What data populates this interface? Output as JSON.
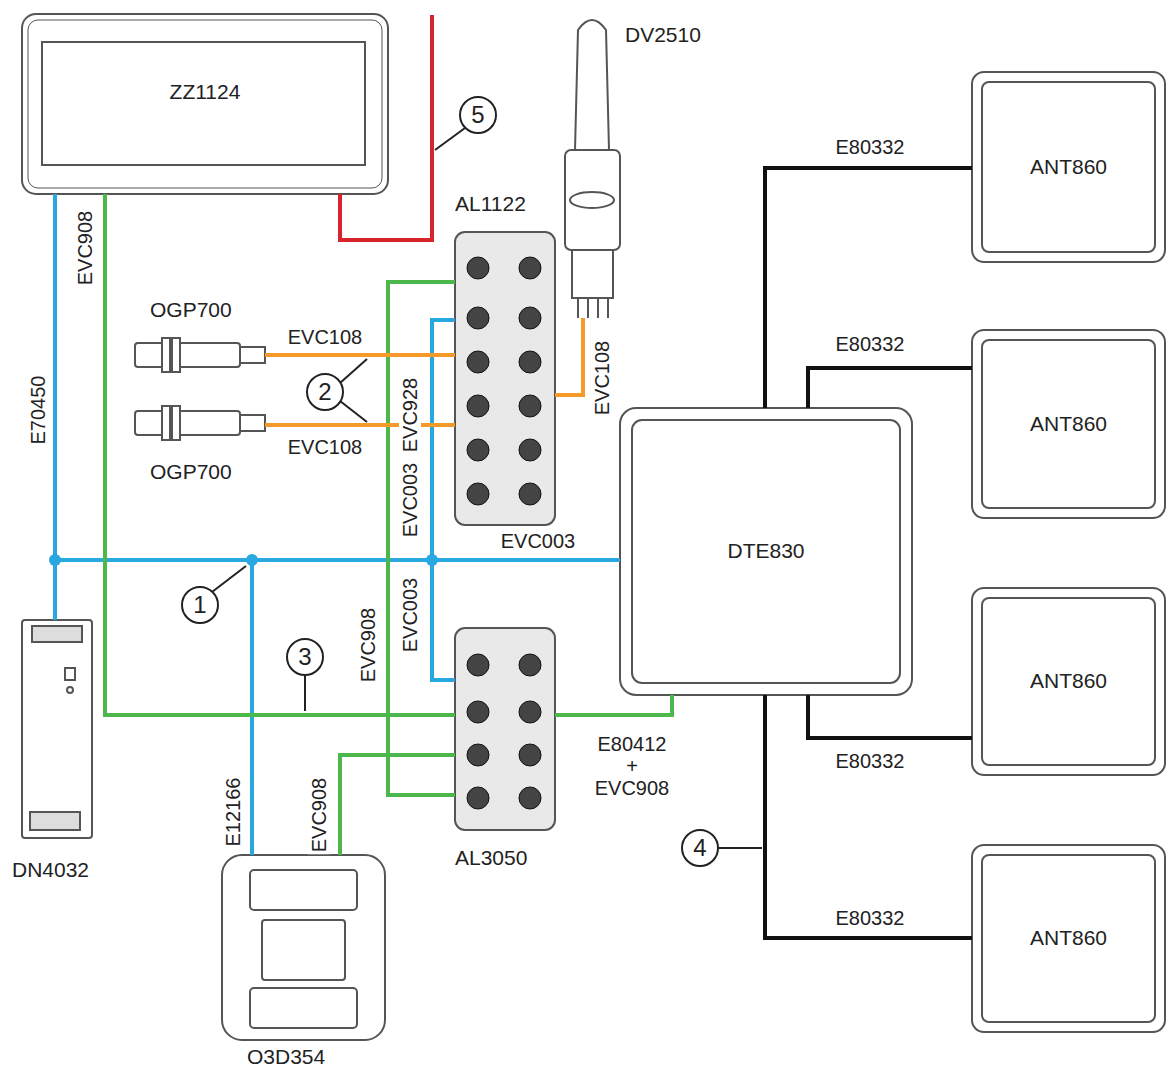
{
  "diagram": {
    "nodes": [
      {
        "text": [
          "ZZ1124"
        ]
      },
      {
        "text": [
          "DV2510"
        ]
      },
      {
        "text": [
          "AL1122"
        ]
      },
      {
        "text": [
          "OGP700"
        ]
      },
      {
        "text": [
          "ANT860"
        ]
      },
      {
        "text": [
          "OGP700"
        ]
      },
      {
        "text": [
          "ANT860"
        ]
      },
      {
        "text": [
          "DTE830"
        ]
      },
      {
        "text": [
          "DN4032"
        ]
      },
      {
        "text": [
          "AL3050"
        ]
      },
      {
        "text": [
          "ANT860"
        ]
      },
      {
        "text": [
          "ANT860"
        ]
      },
      {
        "text": [
          "O3D354"
        ]
      }
    ],
    "edges": [
      {
        "from": 8,
        "to": 0,
        "label": "E70450",
        "arrow": "none"
      },
      {
        "from": 8,
        "to": 12,
        "label": "E12166",
        "arrow": "none"
      },
      {
        "from": 8,
        "to": 7,
        "label": "EVC003",
        "arrow": "none"
      },
      {
        "from": 8,
        "to": 2,
        "label": "EVC928",
        "arrow": "none"
      },
      {
        "from": 8,
        "to": 9,
        "label": "EVC003",
        "arrow": "none"
      },
      {
        "from": 0,
        "to": 9,
        "label": "EVC908",
        "arrow": "none"
      },
      {
        "from": 2,
        "to": 9,
        "label": "EVC908",
        "arrow": "none"
      },
      {
        "from": 12,
        "to": 9,
        "label": "EVC908",
        "arrow": "none"
      },
      {
        "from": 7,
        "to": 9,
        "label": "E80412 + EVC908",
        "arrow": "none"
      },
      {
        "from": 3,
        "to": 2,
        "label": "EVC108",
        "arrow": "none"
      },
      {
        "from": 5,
        "to": 2,
        "label": "EVC108",
        "arrow": "none"
      },
      {
        "from": 1,
        "to": 2,
        "label": "EVC108",
        "arrow": "none"
      },
      {
        "from": 7,
        "to": 4,
        "label": "E80332",
        "arrow": "none"
      },
      {
        "from": 7,
        "to": 6,
        "label": "E80332",
        "arrow": "none"
      },
      {
        "from": 7,
        "to": 10,
        "label": "E80332",
        "arrow": "none"
      },
      {
        "from": 7,
        "to": 11,
        "label": "E80332",
        "arrow": "none"
      }
    ],
    "labels": [
      "EVC003",
      "1",
      "2",
      "3",
      "4",
      "5"
    ]
  }
}
